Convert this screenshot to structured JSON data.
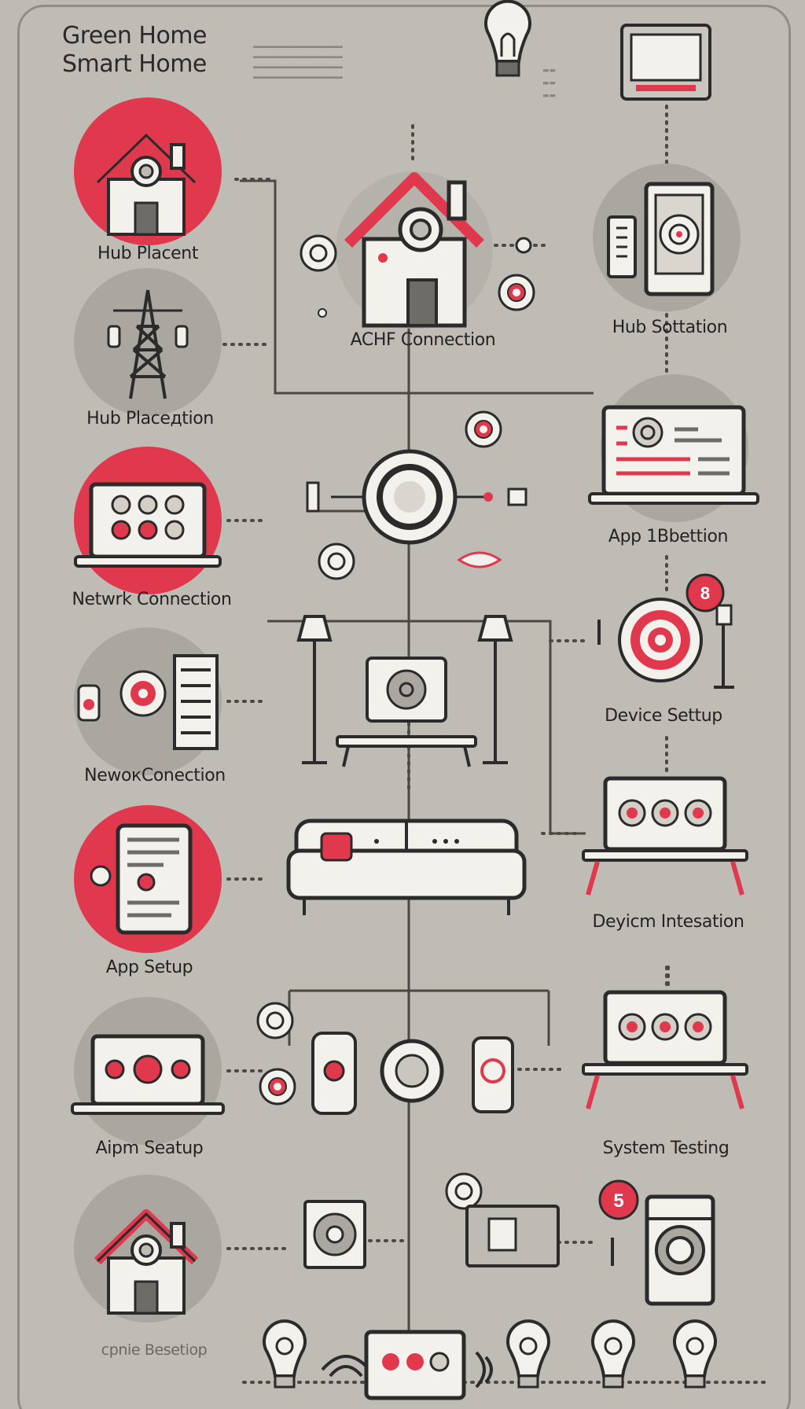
{
  "header": {
    "title_line1": "Green Home",
    "title_line2": "Smart Home"
  },
  "labels": {
    "hub_placement_1": "Hub Placent",
    "hub_placement_2": "Hub Placeдtion",
    "network_connection_1": "Netwrk Connection",
    "network_connection_2": "NewокConection",
    "app_setup_1": "App Setup",
    "app_setup_2": "Aipm Seatup",
    "bottom_setup": "cpnie Besetiop",
    "center_connection": "ACHF Connection",
    "hub_installation": "Hub Sottation",
    "app_selection": "Aрр 1Bbettion",
    "device_setup": "Device Settup",
    "device_integration": "Deyicm Intesation",
    "system_testing": "System Testing"
  },
  "badges": {
    "badge_a": "8",
    "badge_b": "5"
  },
  "colors": {
    "background": "#bebcb5",
    "accent_red": "#e0394e",
    "line_dark": "#2b2b2b",
    "disc_gray": "#a9a7a0",
    "white": "#f3f1ec"
  }
}
